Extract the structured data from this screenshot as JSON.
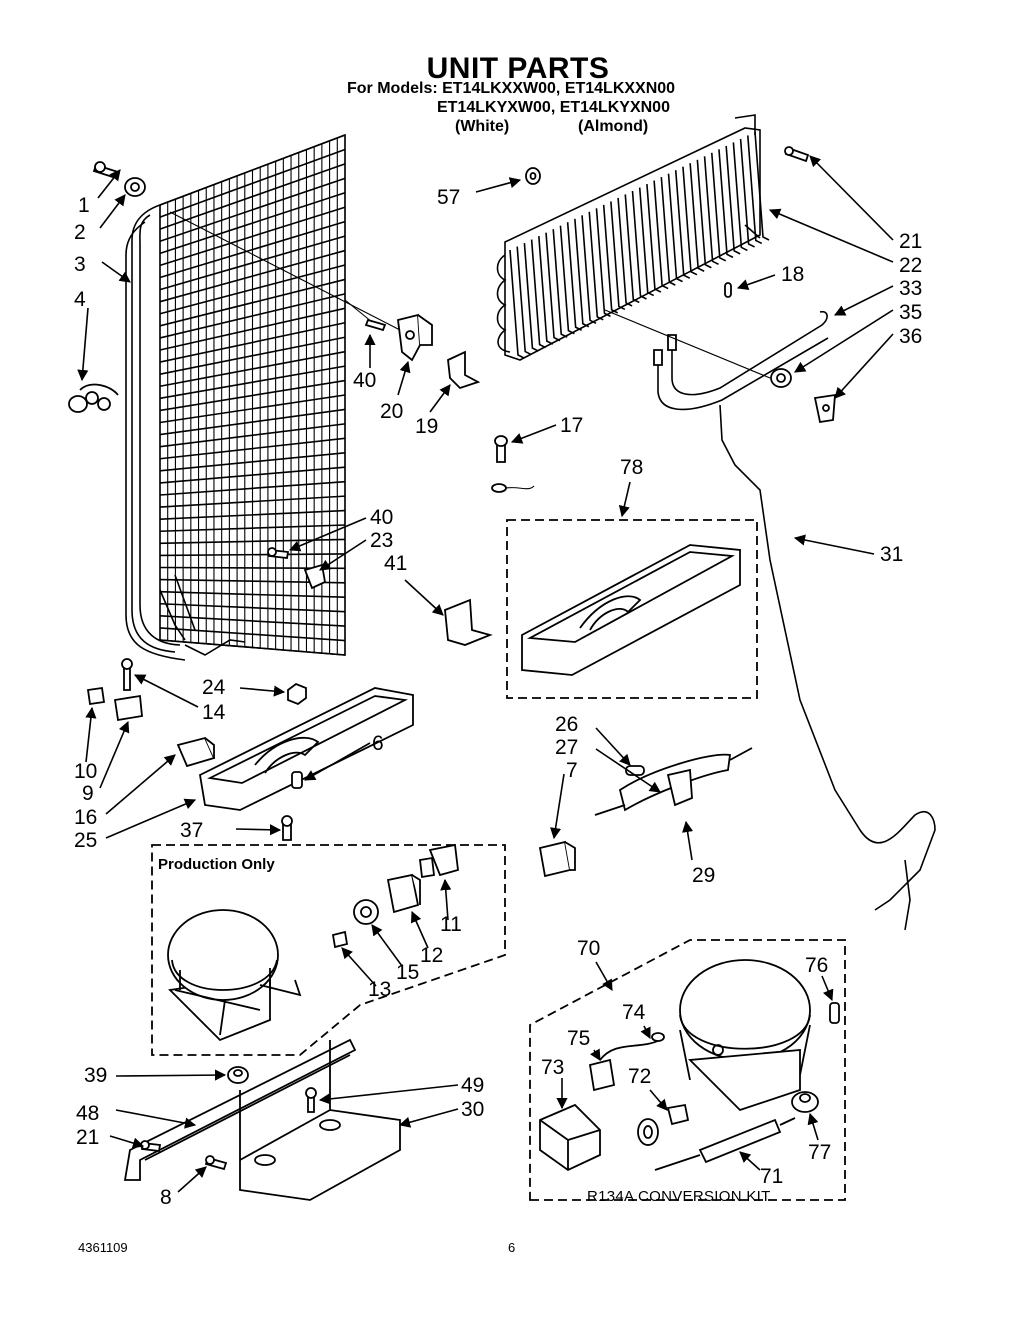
{
  "header": {
    "title": "UNIT PARTS",
    "models_line1": "For Models: ET14LKXXW00, ET14LKXXN00",
    "models_line2": "ET14LKYXW00, ET14LKYXN00",
    "color_white": "(White)",
    "color_almond": "(Almond)"
  },
  "callouts": [
    "1",
    "2",
    "3",
    "4",
    "40",
    "20",
    "19",
    "57",
    "21",
    "22",
    "18",
    "33",
    "35",
    "36",
    "17",
    "78",
    "40",
    "23",
    "41",
    "31",
    "24",
    "14",
    "10",
    "9",
    "16",
    "25",
    "6",
    "37",
    "26",
    "27",
    "7",
    "29",
    "11",
    "12",
    "15",
    "13",
    "70",
    "76",
    "74",
    "75",
    "73",
    "72",
    "77",
    "71",
    "39",
    "49",
    "48",
    "30",
    "21",
    "8"
  ],
  "boxes": {
    "production_only": "Production Only",
    "conversion_kit": "R134A  CONVERSION  KIT"
  },
  "footer": {
    "doc_number": "4361109",
    "page_number": "6"
  }
}
